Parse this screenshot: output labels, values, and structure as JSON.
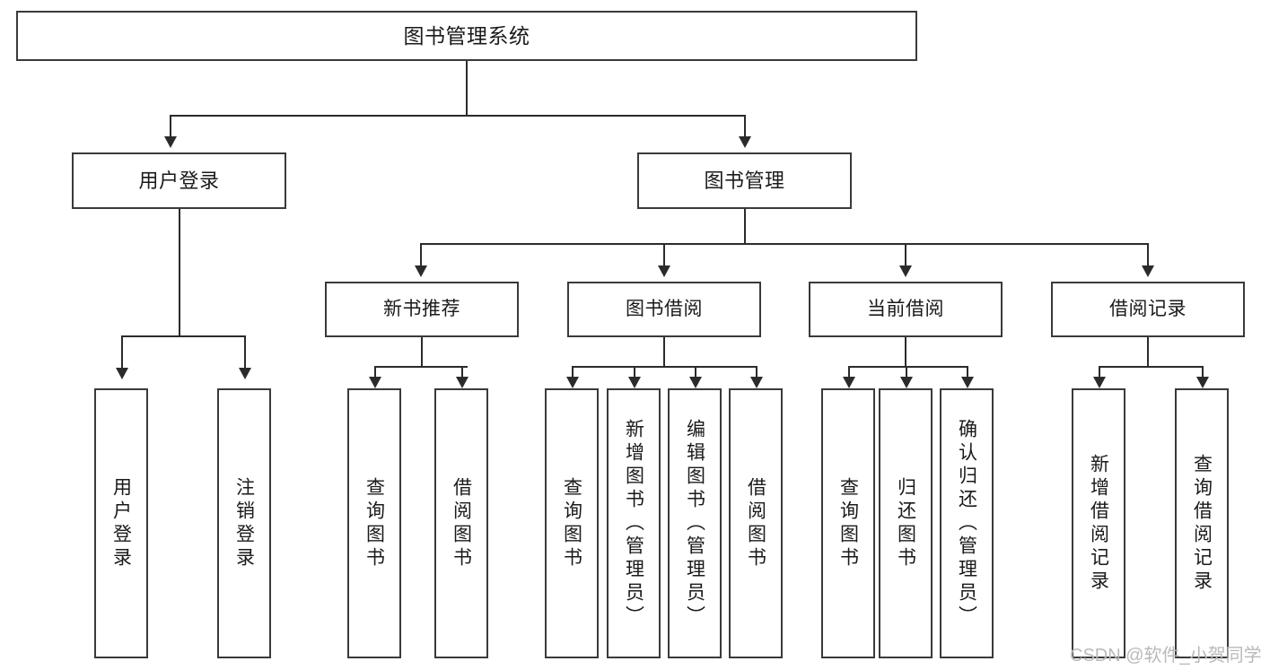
{
  "diagram": {
    "type": "tree-hierarchy-diagram",
    "root": {
      "label": "图书管理系统"
    },
    "level2": [
      {
        "label": "用户登录"
      },
      {
        "label": "图书管理"
      }
    ],
    "level3": [
      {
        "label": "新书推荐"
      },
      {
        "label": "图书借阅"
      },
      {
        "label": "当前借阅"
      },
      {
        "label": "借阅记录"
      }
    ],
    "leaves": {
      "user_login": [
        {
          "label": "用户登录"
        },
        {
          "label": "注销登录"
        }
      ],
      "new_book_recommend": [
        {
          "label": "查询图书"
        },
        {
          "label": "借阅图书"
        }
      ],
      "book_borrow": [
        {
          "label": "查询图书"
        },
        {
          "label": "新增图书（管理员）"
        },
        {
          "label": "编辑图书（管理员）"
        },
        {
          "label": "借阅图书"
        }
      ],
      "current_borrow": [
        {
          "label": "查询图书"
        },
        {
          "label": "归还图书"
        },
        {
          "label": "确认归还（管理员）"
        }
      ],
      "borrow_record": [
        {
          "label": "新增借阅记录"
        },
        {
          "label": "查询借阅记录"
        }
      ]
    }
  },
  "watermark": {
    "text": "CSDN @软件_小贺同学"
  },
  "colors": {
    "box_border": "#3a3a3a",
    "connector": "#2b2b2b",
    "background": "#ffffff",
    "text": "#1a1a1a",
    "watermark": "#b9b9b9"
  }
}
